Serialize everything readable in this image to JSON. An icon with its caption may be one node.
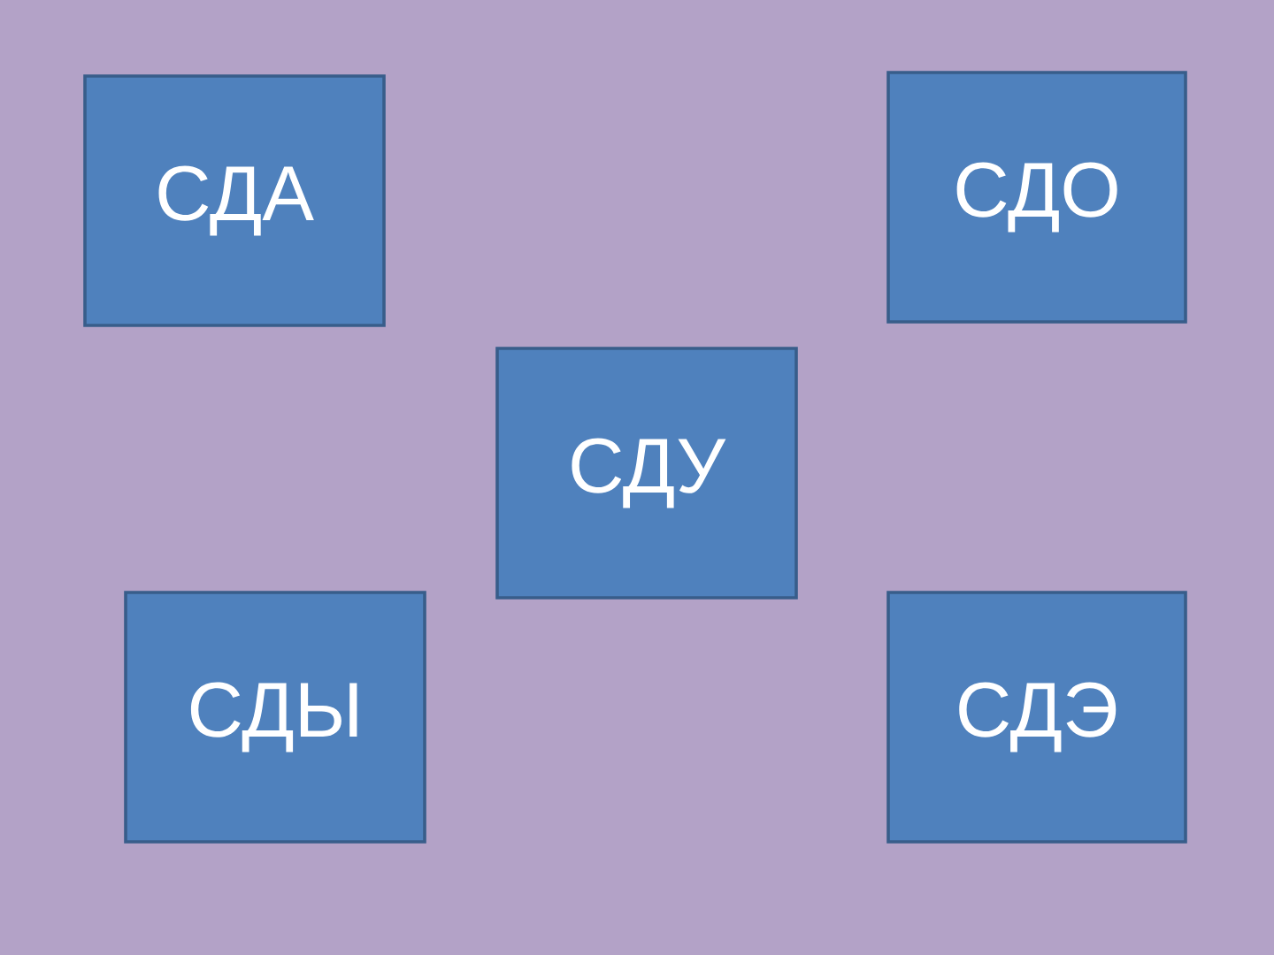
{
  "diagram": {
    "nodes": [
      {
        "text": [
          "СДА"
        ]
      },
      {
        "text": [
          "СДО"
        ]
      },
      {
        "text": [
          "СДУ"
        ]
      },
      {
        "text": [
          "СДЫ"
        ]
      },
      {
        "text": [
          "СДЭ"
        ]
      }
    ]
  }
}
